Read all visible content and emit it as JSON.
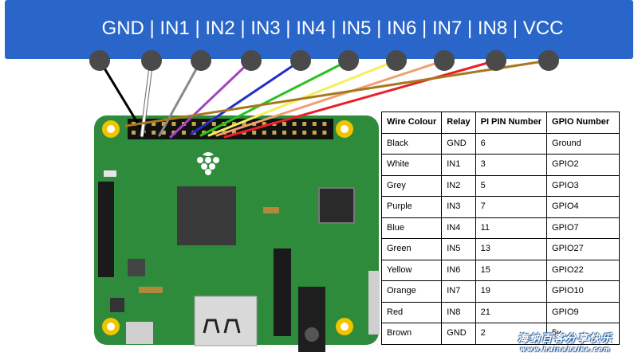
{
  "relay_header": {
    "title": "GND | IN1 | IN2 | IN3 | IN4 | IN5 | IN6 | IN7 | IN8 | VCC",
    "pins": [
      "GND",
      "IN1",
      "IN2",
      "IN3",
      "IN4",
      "IN5",
      "IN6",
      "IN7",
      "IN8",
      "VCC"
    ]
  },
  "wire_colors": {
    "black": "#000000",
    "white": "#ffffff",
    "grey": "#8a8a8a",
    "purple": "#a542c4",
    "blue": "#1f2fc8",
    "green": "#28c21e",
    "yellow": "#f4ef5a",
    "orange": "#f0a070",
    "red": "#e8202a",
    "brown": "#a8781e"
  },
  "colors": {
    "header_blue": "#2a66c9",
    "board_green": "#2e8b3c",
    "terminal_gray": "#4a4a4a"
  },
  "table": {
    "headers": [
      "Wire Colour",
      "Relay",
      "PI PIN Number",
      "GPIO Number"
    ],
    "rows": [
      [
        "Black",
        "GND",
        "6",
        "Ground"
      ],
      [
        "White",
        "IN1",
        "3",
        "GPIO2"
      ],
      [
        "Grey",
        "IN2",
        "5",
        "GPIO3"
      ],
      [
        "Purple",
        "IN3",
        "7",
        "GPIO4"
      ],
      [
        "Blue",
        "IN4",
        "11",
        "GPIO7"
      ],
      [
        "Green",
        "IN5",
        "13",
        "GPIO27"
      ],
      [
        "Yellow",
        "IN6",
        "15",
        "GPIO22"
      ],
      [
        "Orange",
        "IN7",
        "19",
        "GPIO10"
      ],
      [
        "Red",
        "IN8",
        "21",
        "GPIO9"
      ],
      [
        "Brown",
        "GND",
        "2",
        "5v"
      ]
    ]
  },
  "watermark": {
    "text": "海纳百客分享快乐",
    "url": "www.hainabaike.com"
  }
}
